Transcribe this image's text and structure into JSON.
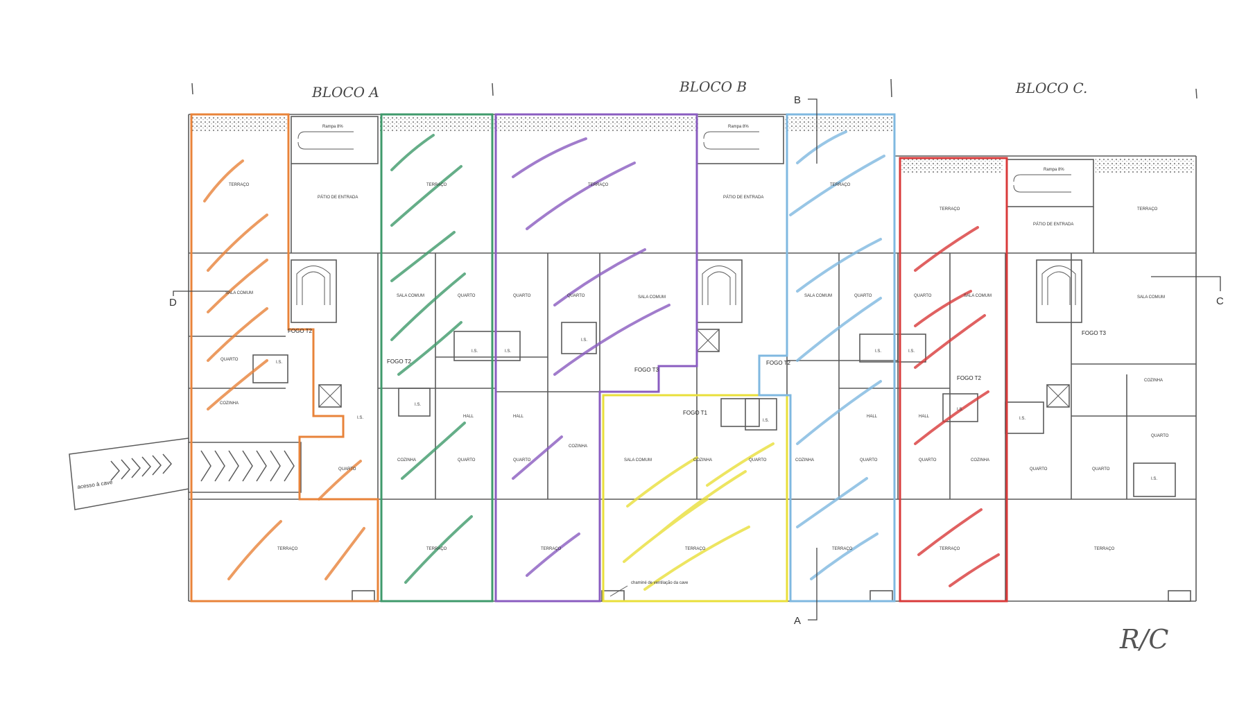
{
  "headings": {
    "bloco_a": "BLOCO A",
    "bloco_b": "BLOCO B",
    "bloco_c": "BLOCO C."
  },
  "floor_mark": "R/C",
  "section_marks": {
    "a": "A",
    "b": "B",
    "c": "C",
    "d": "D"
  },
  "access": {
    "label": "acesso à cave"
  },
  "vent_note": "chaminé de ventilação da cave",
  "ramp_label": "Rampa 8%",
  "rooms": {
    "terraco": "TERRAÇO",
    "patio": "PÁTIO DE ENTRADA",
    "sala_comum": "SALA COMUM",
    "quarto": "QUARTO",
    "cozinha": "COZINHA",
    "is": "I.S.",
    "hall": "HALL"
  },
  "fogos": {
    "t2_a": "FOGO T2",
    "t2_a2": "FOGO T2",
    "t3_b": "FOGO T3",
    "t1_b": "FOGO T1",
    "t2_b": "FOGO T2",
    "t2_c": "FOGO T2",
    "t3_c": "FOGO T3"
  },
  "colors": {
    "orange": "#e8833a",
    "green": "#3f9a6b",
    "purple": "#8a5cc0",
    "blue": "#7fb8e0",
    "yellow": "#e9df3a",
    "red": "#d93a3a",
    "line": "#5a5a5a",
    "hatch": "#9a9a9a"
  }
}
